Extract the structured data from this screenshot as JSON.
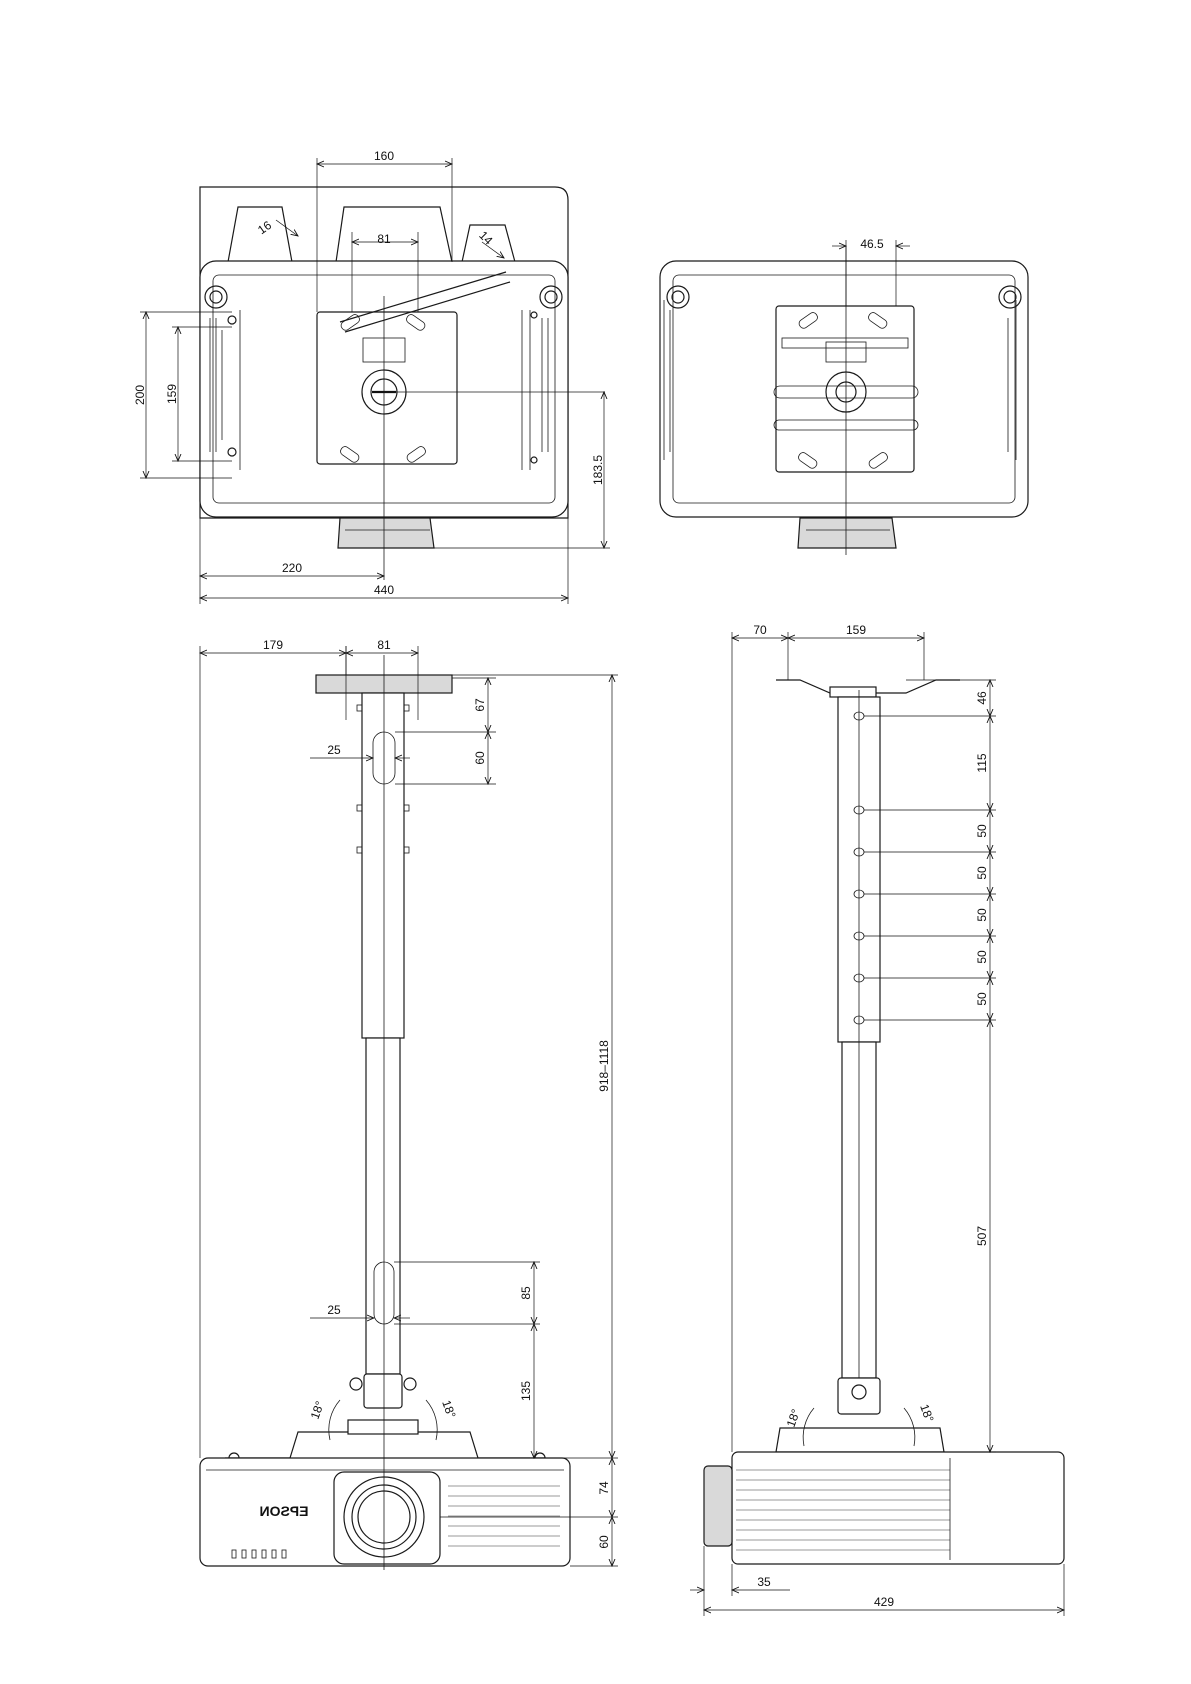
{
  "top_view_left": {
    "dimensions": {
      "width_160": "160",
      "width_81": "81",
      "slot_16": "16",
      "slot_14": "14",
      "height_200": "200",
      "height_159": "159",
      "depth_183_5": "183.5",
      "offset_220": "220",
      "width_440": "440"
    }
  },
  "top_view_right": {
    "dimensions": {
      "offset_46_5": "46.5"
    }
  },
  "front_view": {
    "dimensions": {
      "offset_179": "179",
      "width_81": "81",
      "hole_25_upper": "25",
      "gap_67": "67",
      "slot_60": "60",
      "height_range": "918–1118",
      "hole_25_lower": "25",
      "slot_85": "85",
      "gap_135": "135",
      "tilt_left": "18°",
      "tilt_right": "18°",
      "height_74": "74",
      "height_60": "60"
    },
    "brand_mark": "EPSON"
  },
  "side_view": {
    "dimensions": {
      "offset_70": "70",
      "width_159": "159",
      "gap_46": "46",
      "gap_115": "115",
      "step_50_a": "50",
      "step_50_b": "50",
      "step_50_c": "50",
      "step_50_d": "50",
      "step_50_e": "50",
      "travel_507": "507",
      "tilt_left": "18°",
      "tilt_right": "18°",
      "offset_35": "35",
      "depth_429": "429"
    }
  }
}
